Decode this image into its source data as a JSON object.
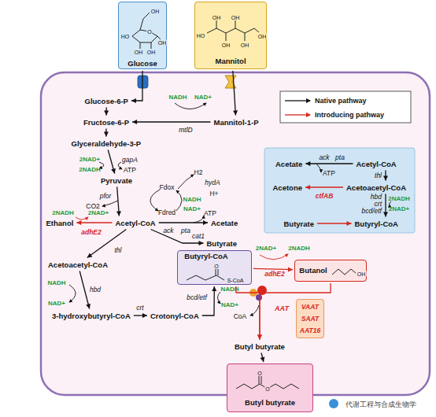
{
  "diagram": {
    "nodes": [
      {
        "text": [
          "Glucose",
          "OH",
          "O",
          "HO",
          "OH",
          "OH",
          "OH"
        ]
      },
      {
        "text": [
          "Mannitol",
          "HO",
          "OH",
          "OH",
          "OH",
          "OH",
          "OH"
        ]
      },
      {
        "text": [
          "Glucose-6-P"
        ]
      },
      {
        "text": [
          "Fructose-6-P"
        ]
      },
      {
        "text": [
          "Mannitol-1-P"
        ]
      },
      {
        "text": [
          "Glyceraldehyde-3-P"
        ]
      },
      {
        "text": [
          "Pyruvate"
        ]
      },
      {
        "text": [
          "Ethanol"
        ]
      },
      {
        "text": [
          "Acetyl-CoA"
        ]
      },
      {
        "text": [
          "Acetate"
        ]
      },
      {
        "text": [
          "Butyrate"
        ]
      },
      {
        "text": [
          "Acetoacetyl-CoA"
        ]
      },
      {
        "text": [
          "3-hydroxybutyryl-CoA"
        ]
      },
      {
        "text": [
          "Crotonyl-CoA"
        ]
      },
      {
        "text": [
          "Butyryl-CoA",
          "O",
          "S-CoA"
        ]
      },
      {
        "text": [
          "Butanol",
          "OH"
        ]
      },
      {
        "text": [
          "VAAT",
          "SAAT",
          "AAT16"
        ]
      },
      {
        "text": [
          "Butyl butyrate"
        ]
      },
      {
        "text": [
          "Butyl butyrate",
          "O",
          "O"
        ]
      },
      {
        "text": [
          "Acetate"
        ]
      },
      {
        "text": [
          "Acetyl-CoA"
        ]
      },
      {
        "text": [
          "Acetone"
        ]
      },
      {
        "text": [
          "Acetoacetyl-CoA"
        ]
      },
      {
        "text": [
          "Butyrate"
        ]
      },
      {
        "text": [
          "Butyryl-CoA"
        ]
      }
    ],
    "edges": [
      {
        "from": 0,
        "to": 2,
        "arrow": "to"
      },
      {
        "from": 1,
        "to": 4,
        "arrow": "to"
      },
      {
        "from": 2,
        "to": 3,
        "arrow": "to"
      },
      {
        "from": 4,
        "to": 3,
        "arrow": "to"
      },
      {
        "from": 3,
        "to": 5,
        "arrow": "to"
      },
      {
        "from": 5,
        "to": 6,
        "arrow": "to"
      },
      {
        "from": 6,
        "to": 8,
        "arrow": "to"
      },
      {
        "from": 8,
        "to": 7,
        "arrow": "to"
      },
      {
        "from": 8,
        "to": 9,
        "arrow": "to"
      },
      {
        "from": 8,
        "to": 10,
        "arrow": "to"
      },
      {
        "from": 8,
        "to": 11,
        "arrow": "to"
      },
      {
        "from": 11,
        "to": 12,
        "arrow": "to"
      },
      {
        "from": 12,
        "to": 13,
        "arrow": "to"
      },
      {
        "from": 13,
        "to": 14,
        "arrow": "to"
      },
      {
        "from": 14,
        "to": 15,
        "arrow": "to"
      },
      {
        "from": 14,
        "to": 17,
        "arrow": "to"
      },
      {
        "from": 15,
        "to": 17,
        "arrow": "to"
      },
      {
        "from": 17,
        "to": 18,
        "arrow": "to"
      },
      {
        "from": 20,
        "to": 19,
        "arrow": "to"
      },
      {
        "from": 20,
        "to": 22,
        "arrow": "to"
      },
      {
        "from": 22,
        "to": 24,
        "arrow": "to"
      },
      {
        "from": 22,
        "to": 21,
        "arrow": "to"
      },
      {
        "from": 23,
        "to": 24,
        "arrow": "to"
      }
    ],
    "labels": [
      "NADH",
      "NAD+",
      "mtlD",
      "2NAD+",
      "gapA",
      "2NADH",
      "ATP",
      "pfor",
      "CO2",
      "Fdox",
      "H2",
      "hydA",
      "H+",
      "NADH",
      "NAD+",
      "Fdred",
      "ATP",
      "2NADH",
      "2NAD+",
      "adhE2",
      "ack",
      "pta",
      "cat1",
      "thl",
      "NADH",
      "hbd",
      "NAD+",
      "crt",
      "bcd/etf",
      "NADH",
      "NAD+",
      "2NAD+",
      "2NADH",
      "adhE2",
      "CoA",
      "AAT",
      "ack",
      "pta",
      "ATP",
      "thl",
      "ctfAB",
      "hbd",
      "crt",
      "bcd/etf",
      "2NADH",
      "2NAD+",
      "代谢工程与合成生物学"
    ],
    "legend": [
      {
        "text": "Native pathway"
      },
      {
        "text": "Introducing pathway"
      }
    ]
  }
}
